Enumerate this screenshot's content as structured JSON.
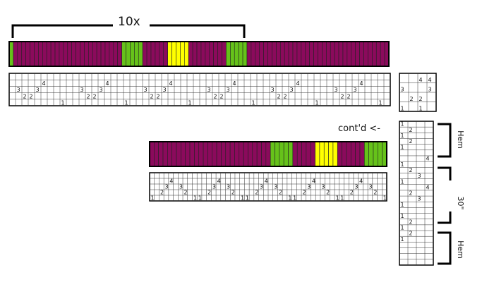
{
  "labels": {
    "repeat": "10x",
    "continued": "cont'd <-",
    "hem_top": "Hem",
    "length": "30\"",
    "hem_bottom": "Hem"
  },
  "colors": {
    "purple": "#8b0a5c",
    "green": "#66c21a",
    "yellow": "#ffff00",
    "grid_line": "#333333",
    "band_border": "#000000"
  },
  "colorway_rows": {
    "top": [
      "green",
      "purple",
      "purple",
      "purple",
      "purple",
      "purple",
      "purple",
      "purple",
      "purple",
      "purple",
      "purple",
      "purple",
      "purple",
      "purple",
      "purple",
      "purple",
      "purple",
      "purple",
      "purple",
      "purple",
      "purple",
      "purple",
      "purple",
      "purple",
      "purple",
      "purple",
      "purple",
      "green",
      "green",
      "green",
      "green",
      "green",
      "purple",
      "purple",
      "purple",
      "purple",
      "purple",
      "purple",
      "yellow",
      "yellow",
      "yellow",
      "yellow",
      "yellow",
      "purple",
      "purple",
      "purple",
      "purple",
      "purple",
      "purple",
      "purple",
      "purple",
      "purple",
      "green",
      "green",
      "green",
      "green",
      "green",
      "purple",
      "purple",
      "purple",
      "purple",
      "purple",
      "purple",
      "purple",
      "purple",
      "purple",
      "purple",
      "purple",
      "purple",
      "purple",
      "purple",
      "purple",
      "purple",
      "purple",
      "purple",
      "purple",
      "purple",
      "purple",
      "purple",
      "purple",
      "purple",
      "purple",
      "purple",
      "purple",
      "purple",
      "purple",
      "purple",
      "purple",
      "purple",
      "purple",
      "purple"
    ],
    "bottom": [
      "purple",
      "purple",
      "purple",
      "purple",
      "purple",
      "purple",
      "purple",
      "purple",
      "purple",
      "purple",
      "purple",
      "purple",
      "purple",
      "purple",
      "purple",
      "purple",
      "purple",
      "purple",
      "purple",
      "purple",
      "purple",
      "purple",
      "purple",
      "purple",
      "purple",
      "purple",
      "purple",
      "green",
      "green",
      "green",
      "green",
      "green",
      "purple",
      "purple",
      "purple",
      "purple",
      "purple",
      "yellow",
      "yellow",
      "yellow",
      "yellow",
      "yellow",
      "purple",
      "purple",
      "purple",
      "purple",
      "purple",
      "purple",
      "green",
      "green",
      "green",
      "green",
      "green"
    ]
  },
  "charts": {
    "top_main": {
      "rows": 5,
      "cols": 60,
      "nums": [
        [
          3,
          5,
          "4"
        ],
        [
          3,
          15,
          "4"
        ],
        [
          3,
          25,
          "4"
        ],
        [
          3,
          35,
          "4"
        ],
        [
          3,
          45,
          "4"
        ],
        [
          3,
          55,
          "4"
        ],
        [
          2,
          1,
          "3"
        ],
        [
          2,
          4,
          "3"
        ],
        [
          2,
          11,
          "3"
        ],
        [
          2,
          14,
          "3"
        ],
        [
          2,
          21,
          "3"
        ],
        [
          2,
          24,
          "3"
        ],
        [
          2,
          31,
          "3"
        ],
        [
          2,
          34,
          "3"
        ],
        [
          2,
          41,
          "3"
        ],
        [
          2,
          44,
          "3"
        ],
        [
          2,
          51,
          "3"
        ],
        [
          2,
          54,
          "3"
        ],
        [
          1,
          2,
          "2"
        ],
        [
          1,
          3,
          "2"
        ],
        [
          1,
          12,
          "2"
        ],
        [
          1,
          13,
          "2"
        ],
        [
          1,
          22,
          "2"
        ],
        [
          1,
          23,
          "2"
        ],
        [
          1,
          32,
          "2"
        ],
        [
          1,
          33,
          "2"
        ],
        [
          1,
          42,
          "2"
        ],
        [
          1,
          43,
          "2"
        ],
        [
          1,
          52,
          "2"
        ],
        [
          1,
          53,
          "2"
        ],
        [
          0,
          8,
          "1"
        ],
        [
          0,
          18,
          "1"
        ],
        [
          0,
          28,
          "1"
        ],
        [
          0,
          38,
          "1"
        ],
        [
          0,
          48,
          "1"
        ],
        [
          0,
          58,
          "1"
        ]
      ]
    },
    "top_key": {
      "rows": 4,
      "cols": 4,
      "nums": [
        [
          3,
          2,
          "4"
        ],
        [
          3,
          3,
          "4"
        ],
        [
          2,
          0,
          "3"
        ],
        [
          2,
          3,
          "3"
        ],
        [
          1,
          1,
          "2"
        ],
        [
          1,
          2,
          "2"
        ],
        [
          0,
          0,
          "1"
        ],
        [
          0,
          2,
          "1"
        ]
      ]
    },
    "bottom_main": {
      "rows": 5,
      "cols": 50,
      "nums": [
        [
          3,
          4,
          "4"
        ],
        [
          3,
          14,
          "4"
        ],
        [
          3,
          24,
          "4"
        ],
        [
          3,
          34,
          "4"
        ],
        [
          3,
          44,
          "4"
        ],
        [
          2,
          3,
          "3"
        ],
        [
          2,
          6,
          "3"
        ],
        [
          2,
          13,
          "3"
        ],
        [
          2,
          16,
          "3"
        ],
        [
          2,
          23,
          "3"
        ],
        [
          2,
          26,
          "3"
        ],
        [
          2,
          33,
          "3"
        ],
        [
          2,
          36,
          "3"
        ],
        [
          2,
          43,
          "3"
        ],
        [
          2,
          46,
          "3"
        ],
        [
          1,
          2,
          "2"
        ],
        [
          1,
          7,
          "2"
        ],
        [
          1,
          12,
          "2"
        ],
        [
          1,
          17,
          "2"
        ],
        [
          1,
          22,
          "2"
        ],
        [
          1,
          27,
          "2"
        ],
        [
          1,
          32,
          "2"
        ],
        [
          1,
          37,
          "2"
        ],
        [
          1,
          42,
          "2"
        ],
        [
          1,
          47,
          "2"
        ],
        [
          0,
          0,
          "1"
        ],
        [
          0,
          9,
          "1"
        ],
        [
          0,
          10,
          "1"
        ],
        [
          0,
          19,
          "1"
        ],
        [
          0,
          20,
          "1"
        ],
        [
          0,
          29,
          "1"
        ],
        [
          0,
          30,
          "1"
        ],
        [
          0,
          39,
          "1"
        ],
        [
          0,
          40,
          "1"
        ],
        [
          0,
          49,
          "1"
        ]
      ]
    },
    "side_strip": {
      "rows": 25,
      "cols": 4,
      "nums": [
        [
          24,
          0,
          "1"
        ],
        [
          23,
          1,
          "2"
        ],
        [
          22,
          0,
          "1"
        ],
        [
          21,
          1,
          "2"
        ],
        [
          20,
          0,
          "1"
        ],
        [
          18,
          3,
          "4"
        ],
        [
          17,
          0,
          "1"
        ],
        [
          16,
          1,
          "2"
        ],
        [
          15,
          2,
          "3"
        ],
        [
          14,
          0,
          "1"
        ],
        [
          13,
          3,
          "4"
        ],
        [
          12,
          1,
          "2"
        ],
        [
          11,
          2,
          "3"
        ],
        [
          10,
          0,
          "1"
        ],
        [
          8,
          0,
          "1"
        ],
        [
          7,
          1,
          "2"
        ],
        [
          6,
          0,
          "1"
        ],
        [
          5,
          1,
          "2"
        ],
        [
          4,
          0,
          "1"
        ]
      ]
    }
  }
}
